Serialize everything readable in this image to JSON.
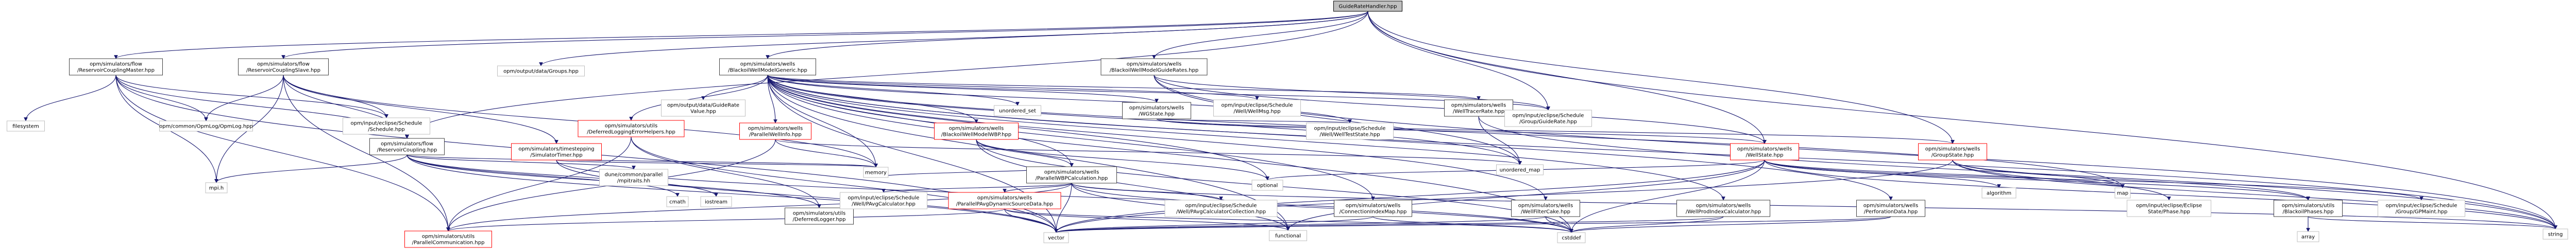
{
  "nodes": [
    {
      "id": "root",
      "lines": [
        "GuideRateHandler.hpp"
      ],
      "style": "root"
    },
    {
      "id": "cmaster",
      "lines": [
        "opm/simulators/flow",
        "/ReservoirCouplingMaster.hpp"
      ],
      "style": "dark"
    },
    {
      "id": "cslave",
      "lines": [
        "opm/simulators/flow",
        "/ReservoirCouplingSlave.hpp"
      ],
      "style": "dark"
    },
    {
      "id": "groups",
      "lines": [
        "opm/output/data/Groups.hpp"
      ],
      "style": "plain"
    },
    {
      "id": "bwmg",
      "lines": [
        "opm/simulators/wells",
        "/BlackoilWellModelGeneric.hpp"
      ],
      "style": "dark"
    },
    {
      "id": "bwmgr",
      "lines": [
        "opm/simulators/wells",
        "/BlackoilWellModelGuideRates.hpp"
      ],
      "style": "dark"
    },
    {
      "id": "filesystem",
      "lines": [
        "filesystem"
      ],
      "style": "plain"
    },
    {
      "id": "opmlog",
      "lines": [
        "opm/common/OpmLog/OpmLog.hpp"
      ],
      "style": "plain"
    },
    {
      "id": "schedule",
      "lines": [
        "opm/input/eclipse/Schedule",
        "/Schedule.hpp"
      ],
      "style": "plain"
    },
    {
      "id": "rcoupling",
      "lines": [
        "opm/simulators/flow",
        "/ReservoirCoupling.hpp"
      ],
      "style": "dark"
    },
    {
      "id": "mpih",
      "lines": [
        "mpi.h"
      ],
      "style": "plain"
    },
    {
      "id": "mpitraits",
      "lines": [
        "dune/common/parallel",
        "/mpitraits.hh"
      ],
      "style": "plain"
    },
    {
      "id": "cmath",
      "lines": [
        "cmath"
      ],
      "style": "plain"
    },
    {
      "id": "iostream",
      "lines": [
        "iostream"
      ],
      "style": "plain"
    },
    {
      "id": "deferlog",
      "lines": [
        "opm/simulators/utils",
        "/DeferredLogger.hpp"
      ],
      "style": "dark"
    },
    {
      "id": "timer",
      "lines": [
        "opm/simulators/timestepping",
        "/SimulatorTimer.hpp"
      ],
      "style": "red"
    },
    {
      "id": "deferhelp",
      "lines": [
        "opm/simulators/utils",
        "/DeferredLoggingErrorHelpers.hpp"
      ],
      "style": "red"
    },
    {
      "id": "guiderate",
      "lines": [
        "opm/output/data/GuideRate",
        "Value.hpp"
      ],
      "style": "plain"
    },
    {
      "id": "pwinfo",
      "lines": [
        "opm/simulators/wells",
        "/ParallelWellInfo.hpp"
      ],
      "style": "red"
    },
    {
      "id": "pcomm",
      "lines": [
        "opm/simulators/utils",
        "/ParallelCommunication.hpp"
      ],
      "style": "red"
    },
    {
      "id": "memory",
      "lines": [
        "memory"
      ],
      "style": "plain"
    },
    {
      "id": "bwmwbp",
      "lines": [
        "opm/simulators/wells",
        "/BlackoilWellModelWBP.hpp"
      ],
      "style": "red"
    },
    {
      "id": "pwbpcalc",
      "lines": [
        "opm/simulators/wells",
        "/ParallelWBPCalculation.hpp"
      ],
      "style": "dark"
    },
    {
      "id": "pwbpsrc",
      "lines": [
        "opm/simulators/wells",
        "/ParallelPAvgDynamicSourceData.hpp"
      ],
      "style": "red"
    },
    {
      "id": "pavgcalc",
      "lines": [
        "opm/input/eclipse/Schedule",
        "/Well/PAvgCalculator.hpp"
      ],
      "style": "plain"
    },
    {
      "id": "pavgcoll",
      "lines": [
        "opm/input/eclipse/Schedule",
        "/Well/PAvgCalculatorCollection.hpp"
      ],
      "style": "plain"
    },
    {
      "id": "cidx",
      "lines": [
        "opm/simulators/wells",
        "/ConnectionIndexMap.hpp"
      ],
      "style": "dark"
    },
    {
      "id": "wfiltcake",
      "lines": [
        "opm/simulators/wells",
        "/WellFilterCake.hpp"
      ],
      "style": "dark"
    },
    {
      "id": "wprodidx",
      "lines": [
        "opm/simulators/wells",
        "/WellProdIndexCalculator.hpp"
      ],
      "style": "dark"
    },
    {
      "id": "perfdata",
      "lines": [
        "opm/simulators/wells",
        "/PerforationData.hpp"
      ],
      "style": "dark"
    },
    {
      "id": "vector",
      "lines": [
        "vector"
      ],
      "style": "plain"
    },
    {
      "id": "functional",
      "lines": [
        "functional"
      ],
      "style": "plain"
    },
    {
      "id": "cstddef",
      "lines": [
        "cstddef"
      ],
      "style": "plain"
    },
    {
      "id": "optional",
      "lines": [
        "optional"
      ],
      "style": "plain"
    },
    {
      "id": "unordset",
      "lines": [
        "unordered_set"
      ],
      "style": "plain"
    },
    {
      "id": "wgstate",
      "lines": [
        "opm/simulators/wells",
        "/WGState.hpp"
      ],
      "style": "dark"
    },
    {
      "id": "wellmsg",
      "lines": [
        "opm/input/eclipse/Schedule",
        "/Well/WellMsg.hpp"
      ],
      "style": "plain"
    },
    {
      "id": "welltest",
      "lines": [
        "opm/input/eclipse/Schedule",
        "/Well/WellTestState.hpp"
      ],
      "style": "plain"
    },
    {
      "id": "tracerrate",
      "lines": [
        "opm/simulators/wells",
        "/WellTracerRate.hpp"
      ],
      "style": "dark"
    },
    {
      "id": "wellstate",
      "lines": [
        "opm/simulators/wells",
        "/WellState.hpp"
      ],
      "style": "red"
    },
    {
      "id": "unordmap",
      "lines": [
        "unordered_map"
      ],
      "style": "plain"
    },
    {
      "id": "algorithm",
      "lines": [
        "algorithm"
      ],
      "style": "plain"
    },
    {
      "id": "map",
      "lines": [
        "map"
      ],
      "style": "plain"
    },
    {
      "id": "gsguide",
      "lines": [
        "opm/input/eclipse/Schedule",
        "/Group/GuideRate.hpp"
      ],
      "style": "plain"
    },
    {
      "id": "groupstate",
      "lines": [
        "opm/simulators/wells",
        "/GroupState.hpp"
      ],
      "style": "red"
    },
    {
      "id": "eclstate",
      "lines": [
        "opm/input/eclipse/Eclipse",
        "State/Phase.hpp"
      ],
      "style": "plain"
    },
    {
      "id": "bwells",
      "lines": [
        "opm/simulators/utils",
        "/BlackoilPhases.hpp"
      ],
      "style": "dark"
    },
    {
      "id": "gconsump",
      "lines": [
        "opm/input/eclipse/Schedule",
        "/Group/GPMaint.hpp"
      ],
      "style": "plain"
    },
    {
      "id": "array",
      "lines": [
        "array"
      ],
      "style": "plain"
    },
    {
      "id": "string",
      "lines": [
        "string"
      ],
      "style": "plain"
    }
  ]
}
